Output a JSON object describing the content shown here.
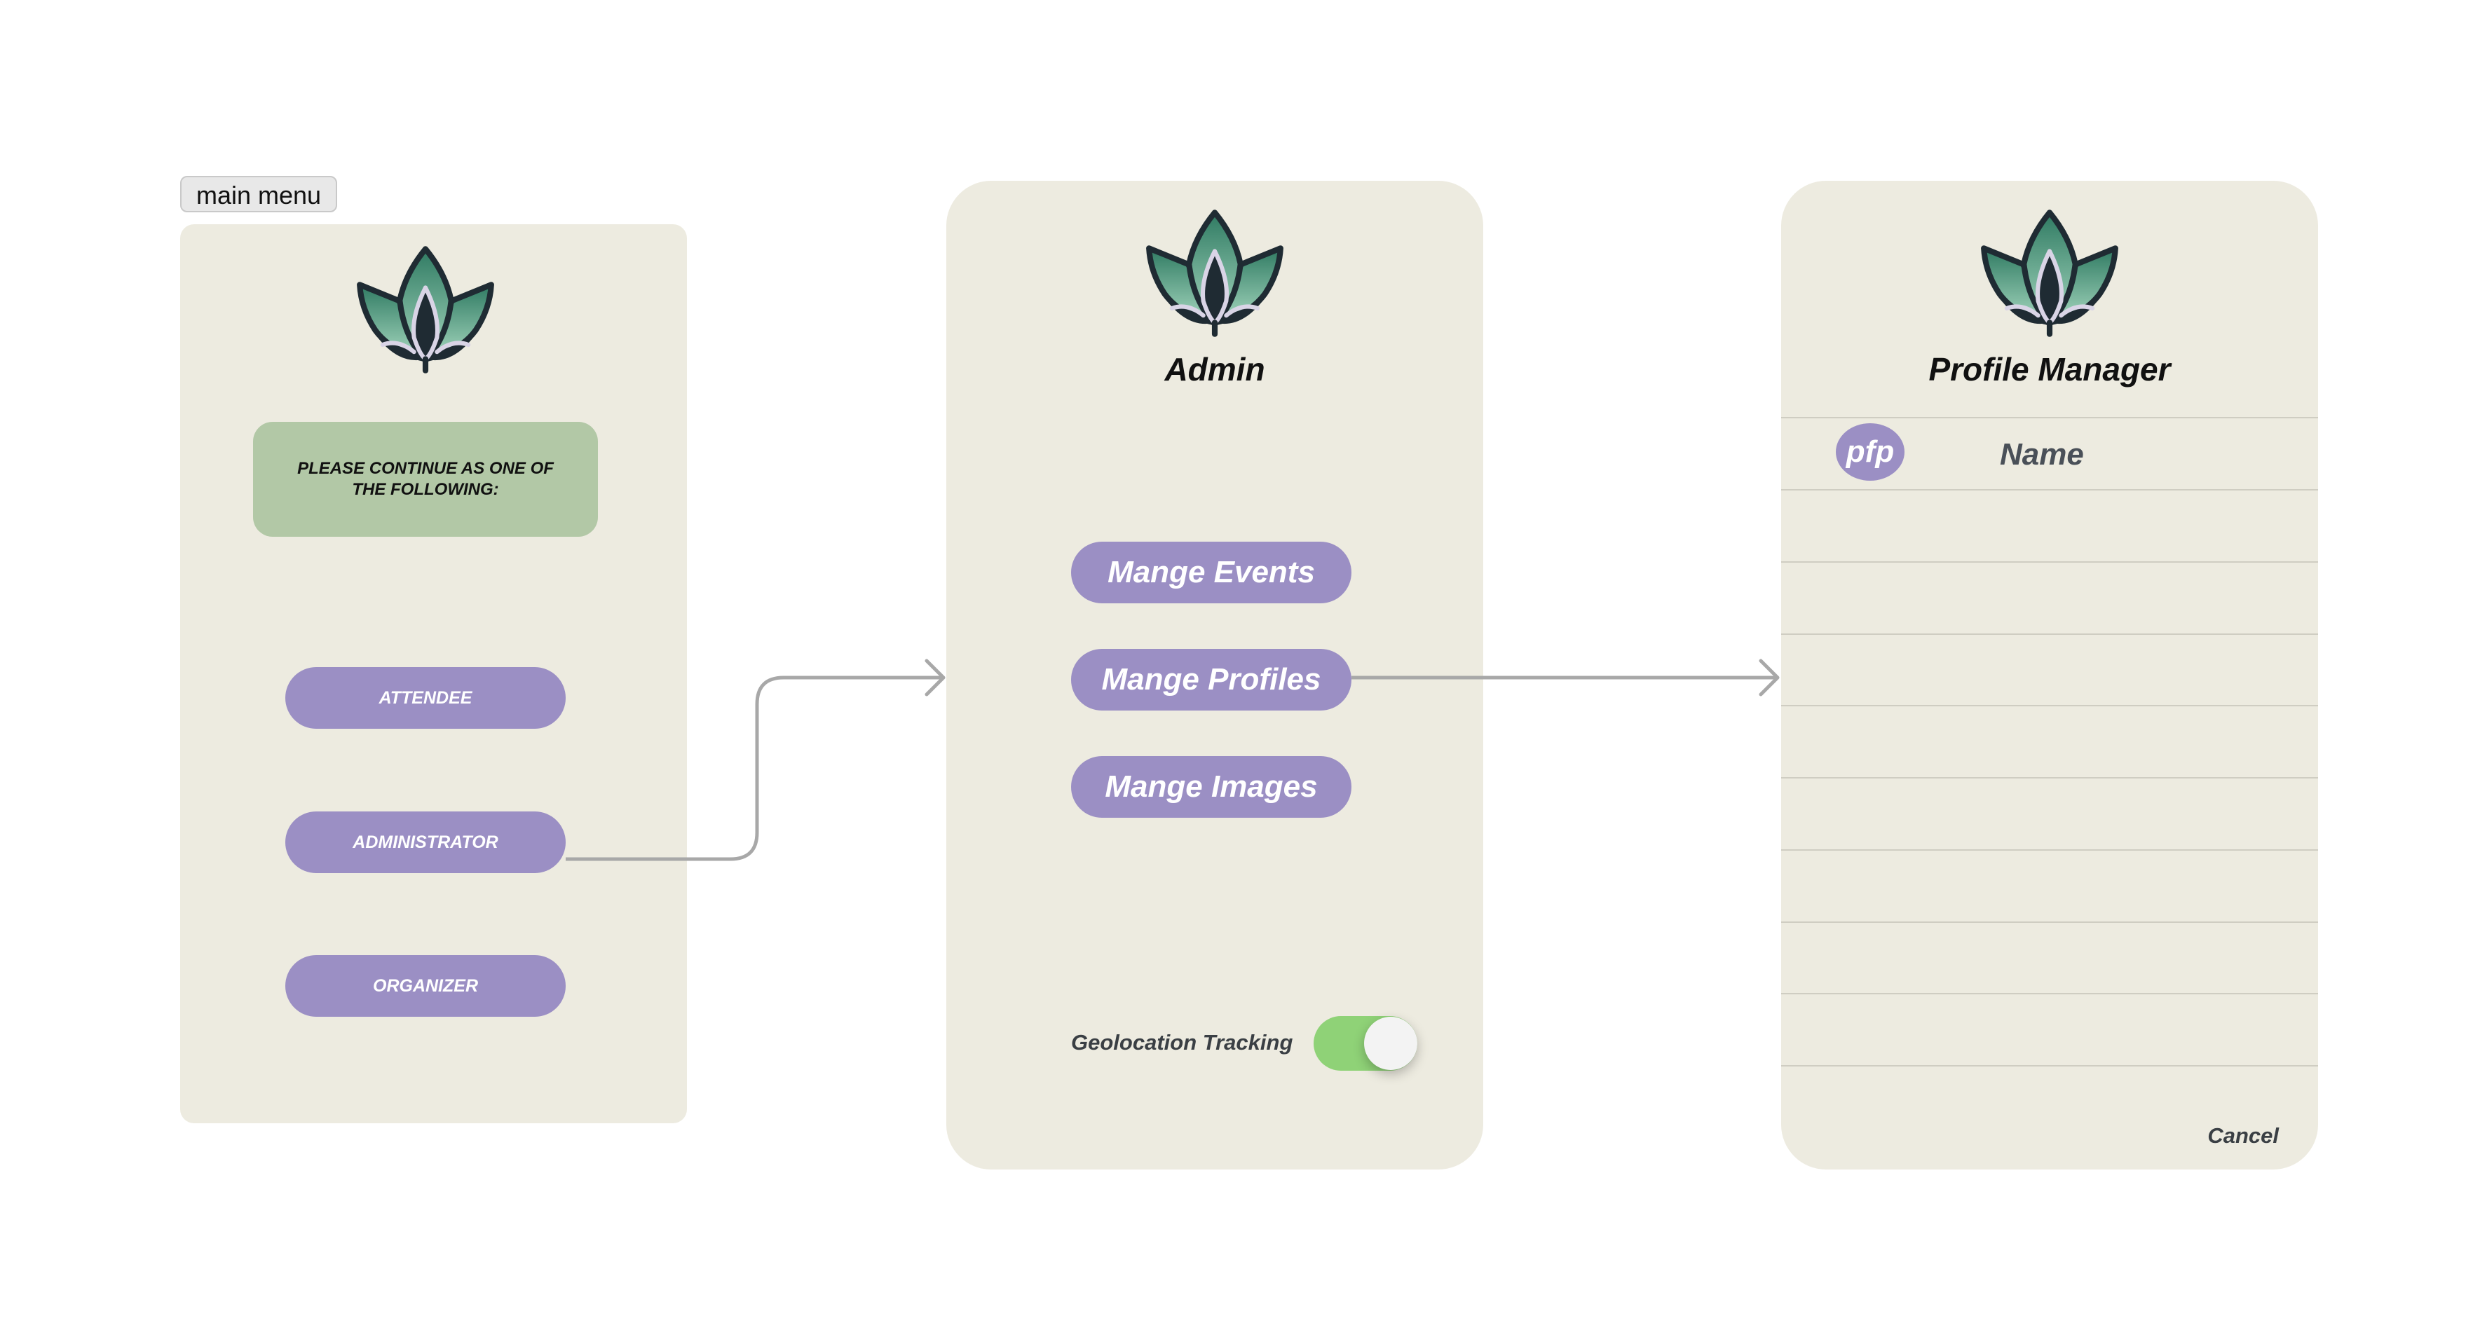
{
  "frame": {
    "label": "main menu"
  },
  "main_menu": {
    "notice": "PLEASE CONTINUE AS ONE OF THE FOLLOWING:",
    "buttons": {
      "attendee": "ATTENDEE",
      "administrator": "ADMINISTRATOR",
      "organizer": "ORGANIZER"
    }
  },
  "admin": {
    "title": "Admin",
    "buttons": {
      "events": "Mange Events",
      "profiles": "Mange Profiles",
      "images": "Mange Images"
    },
    "toggle": {
      "label": "Geolocation Tracking",
      "on": true
    }
  },
  "profile_manager": {
    "title": "Profile Manager",
    "header": {
      "avatar": "pfp",
      "name": "Name"
    },
    "cancel": "Cancel"
  },
  "colors": {
    "panel": "#edebe0",
    "button": "#9b8fc4",
    "notice": "#b2c8a6",
    "toggle_on": "#8fd277",
    "connector": "#a8a8a8"
  },
  "icons": {
    "logo": "lotus-logo-icon",
    "arrow": "arrow-right-icon"
  }
}
